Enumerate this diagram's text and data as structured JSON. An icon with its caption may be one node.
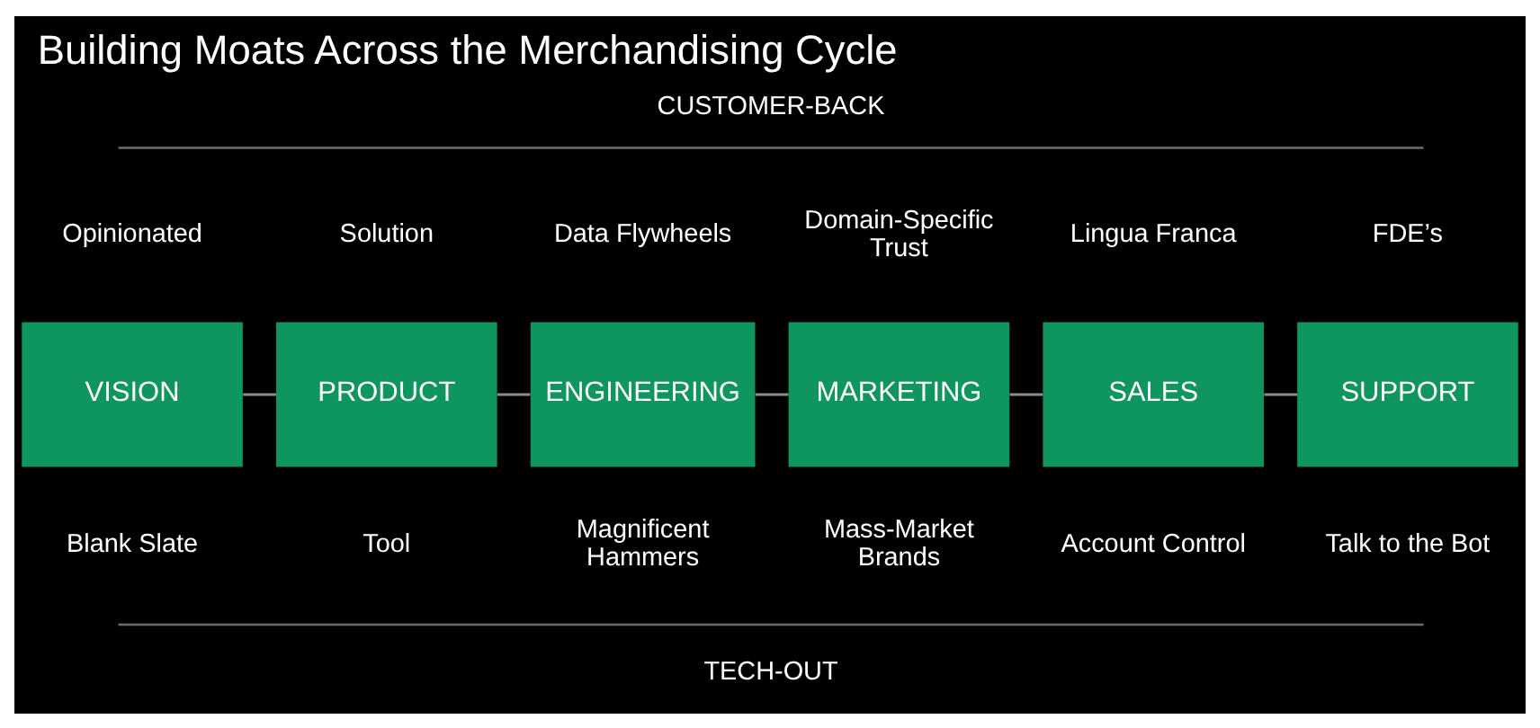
{
  "diagram": {
    "title": "Building Moats Across the Merchandising Cycle",
    "nodes": [
      {
        "text": [
          "VISION"
        ],
        "beside": [
          "Opinionated",
          "Blank Slate"
        ]
      },
      {
        "text": [
          "PRODUCT"
        ],
        "beside": [
          "Solution",
          "Tool"
        ]
      },
      {
        "text": [
          "ENGINEERING"
        ],
        "beside": [
          "Data Flywheels",
          "Magnificent Hammers"
        ]
      },
      {
        "text": [
          "MARKETING"
        ],
        "beside": [
          "Domain-Specific Trust",
          "Mass-Market Brands"
        ]
      },
      {
        "text": [
          "SALES"
        ],
        "beside": [
          "Lingua Franca",
          "Account Control"
        ]
      },
      {
        "text": [
          "SUPPORT"
        ],
        "beside": [
          "FDE’s",
          "Talk to the Bot"
        ]
      }
    ],
    "edges": [
      {
        "from": 0,
        "to": 1,
        "arrow": "none"
      },
      {
        "from": 1,
        "to": 2,
        "arrow": "none"
      },
      {
        "from": 2,
        "to": 3,
        "arrow": "none"
      },
      {
        "from": 3,
        "to": 4,
        "arrow": "none"
      },
      {
        "from": 4,
        "to": 5,
        "arrow": "none"
      }
    ],
    "labels": [
      "CUSTOMER-BACK",
      "TECH-OUT"
    ]
  }
}
